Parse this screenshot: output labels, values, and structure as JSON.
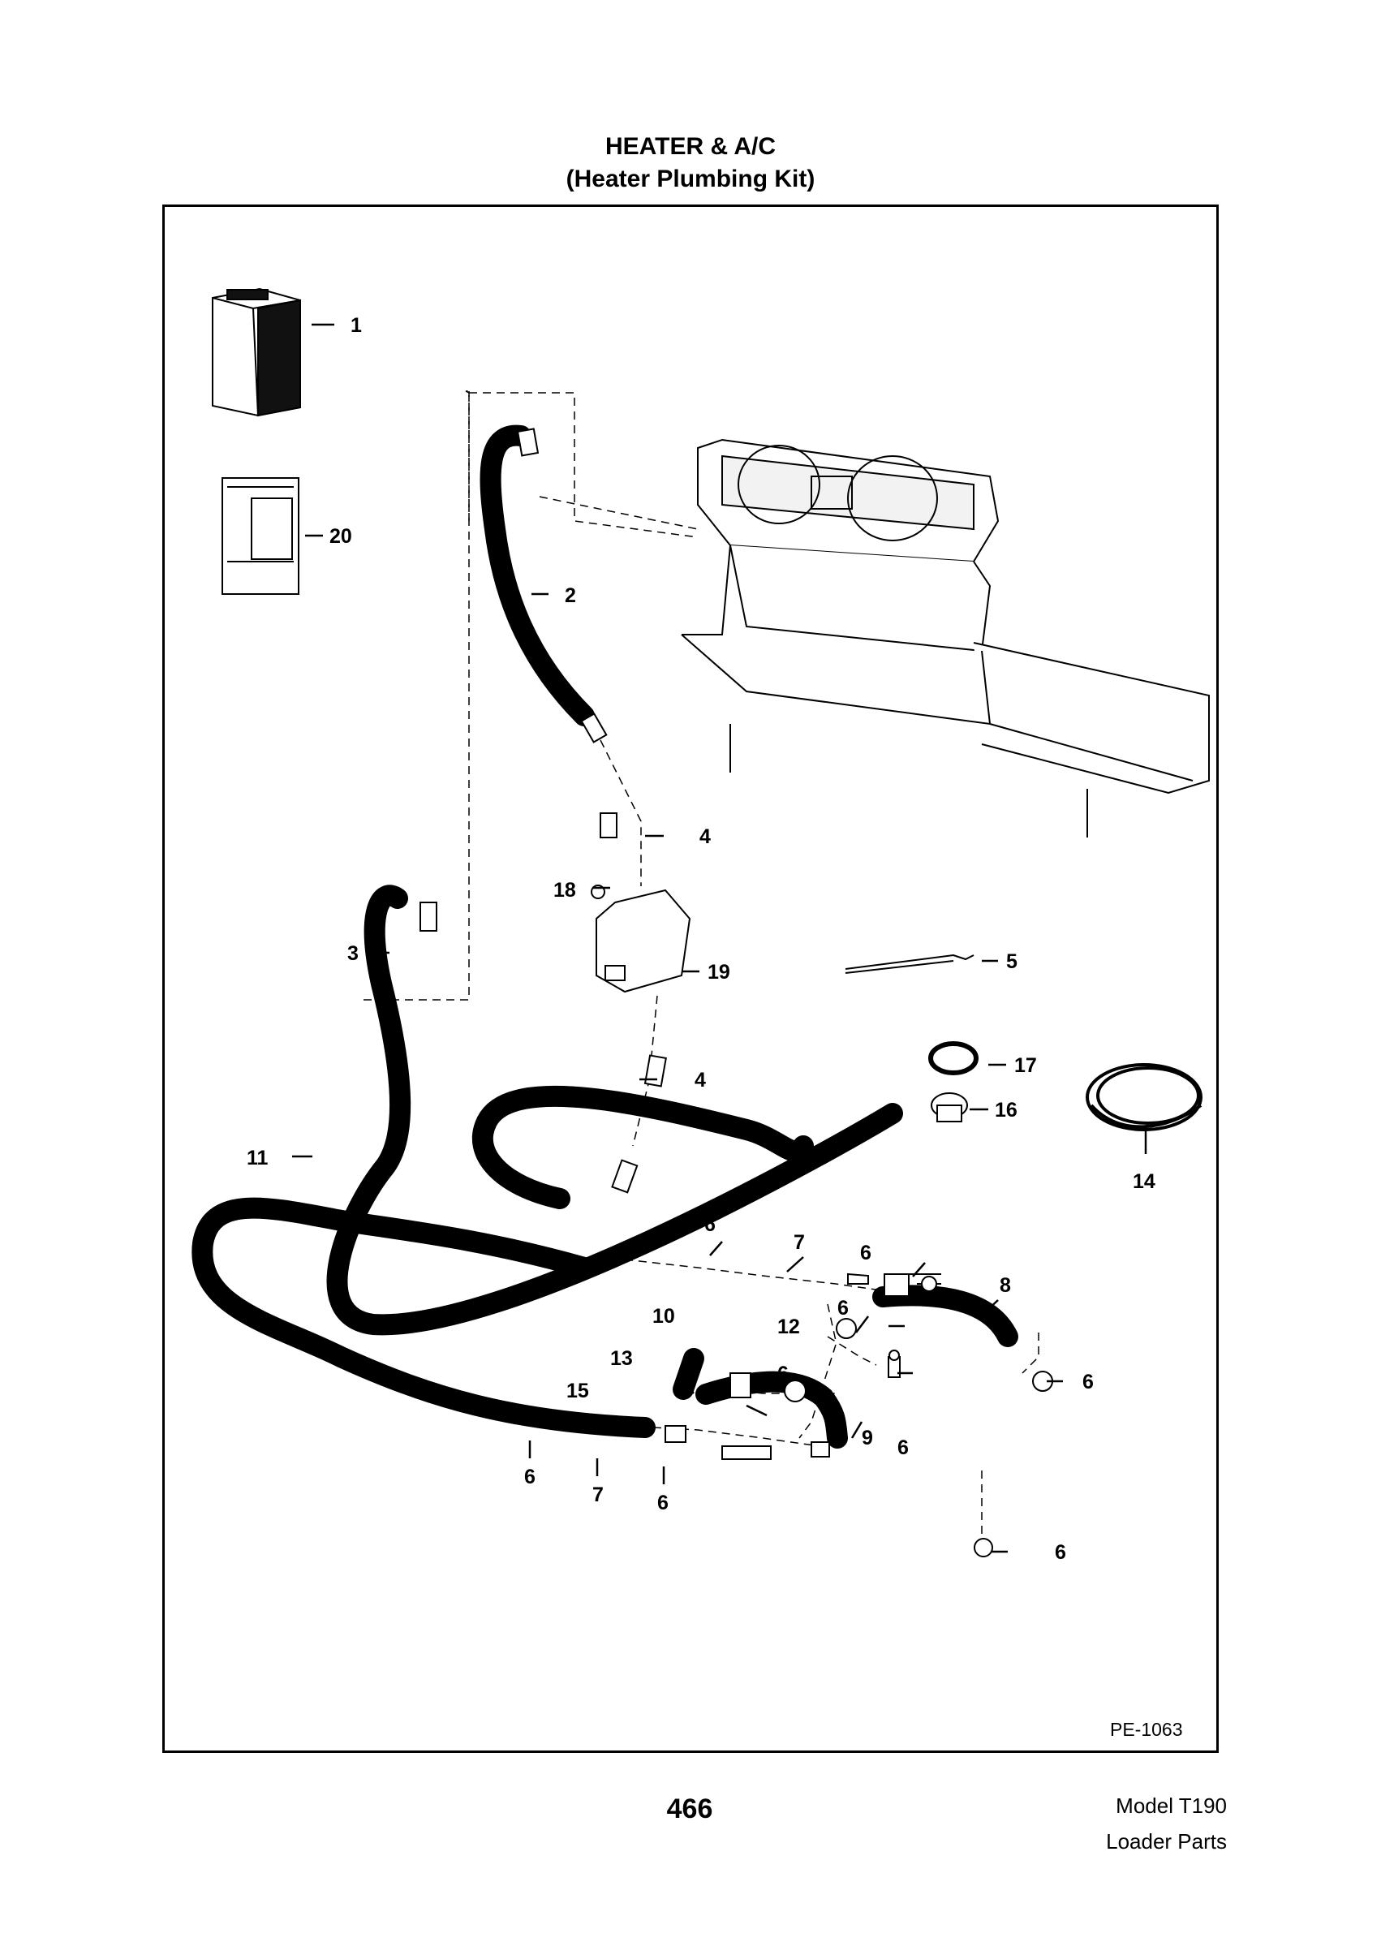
{
  "header": {
    "title": "HEATER & A/C",
    "subtitle": "(Heater Plumbing Kit)"
  },
  "diagram": {
    "callouts": [
      "1",
      "20",
      "2",
      "4",
      "18",
      "3",
      "19",
      "5",
      "4",
      "17",
      "16",
      "11",
      "14",
      "6",
      "7",
      "6",
      "8",
      "10",
      "12",
      "6",
      "13",
      "6",
      "15",
      "6",
      "9",
      "6",
      "7",
      "6",
      "6",
      "6"
    ],
    "drawing_number": "PE-1063"
  },
  "footer": {
    "page_number": "466",
    "model": "Model T190",
    "section": "Loader Parts"
  }
}
